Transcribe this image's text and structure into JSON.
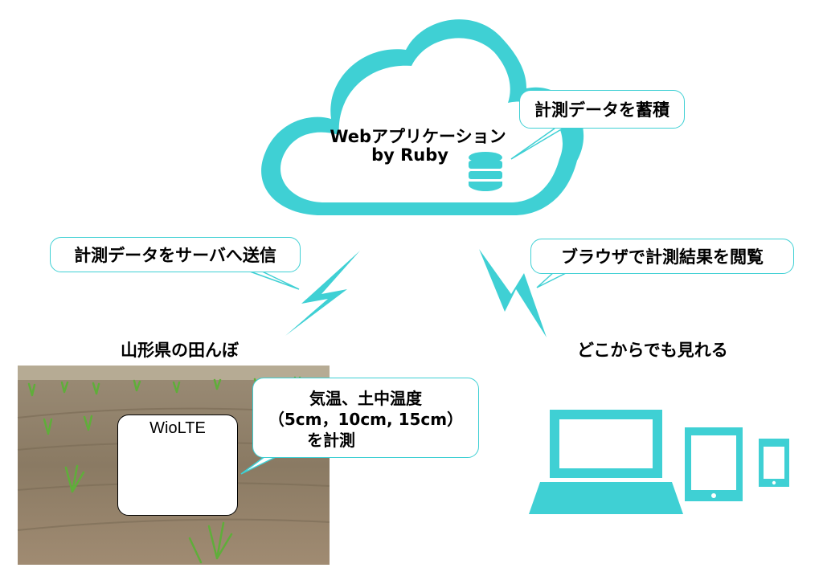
{
  "cloud": {
    "line1": "Webアプリケーション",
    "line2": "by Ruby"
  },
  "bubbles": {
    "store": "計測データを蓄積",
    "send": "計測データをサーバへ送信",
    "browse": "ブラウザで計測結果を閲覧"
  },
  "field": {
    "title": "山形県の田んぼ",
    "device_label": "WioLTE",
    "measure_line1": "気温、土中温度",
    "measure_line2": "（5cm，10cm, 15cm）",
    "measure_line3": "を計測"
  },
  "devices": {
    "title": "どこからでも見れる"
  },
  "icons": [
    "cloud-icon",
    "database-icon",
    "lightning-icon",
    "chip-icon",
    "laptop-icon",
    "tablet-icon",
    "phone-icon"
  ],
  "colors": {
    "accent": "#3fd0d4"
  }
}
